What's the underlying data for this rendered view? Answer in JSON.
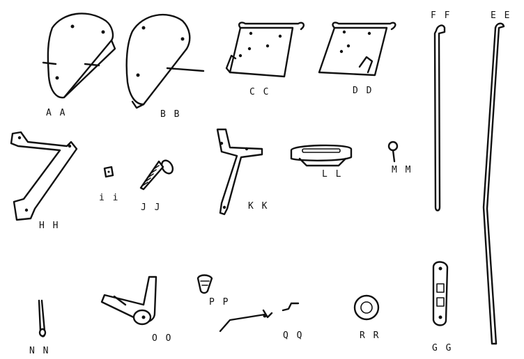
{
  "diagram": {
    "labels": {
      "AA": "A A",
      "BB": "B B",
      "CC": "C C",
      "DD": "D D",
      "FF": "F F",
      "EE": "E E",
      "HH": "H H",
      "II": "i i",
      "JJ": "J J",
      "KK": "K K",
      "LL": "L L",
      "MM": "M M",
      "NN": "N N",
      "OO": "O O",
      "PP": "P P",
      "QQ": "Q Q",
      "RR": "R R",
      "GG": "G G"
    }
  }
}
